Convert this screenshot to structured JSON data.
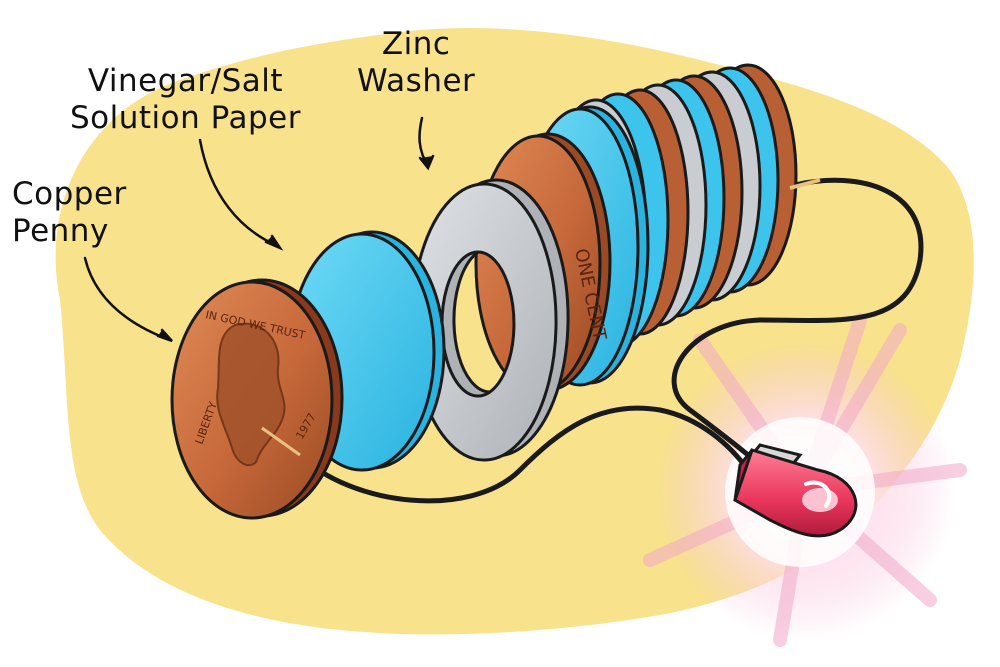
{
  "labels": {
    "zinc": {
      "line1": "Zinc",
      "line2": "Washer"
    },
    "vinegar": {
      "line1": "Vinegar/Salt",
      "line2": "Solution Paper"
    },
    "copper": {
      "line1": "Copper",
      "line2": "Penny"
    }
  },
  "coin_text": {
    "liberty": "LIBERTY",
    "trust": "IN GOD WE TRUST",
    "cent": "ONE CENT",
    "year": "1977"
  },
  "colors": {
    "background_wash": "#f8e28c",
    "copper": "#c6683a",
    "copper_dark": "#8a3a1c",
    "paper_blue": "#3cc4ec",
    "zinc": "#c9ccd0",
    "wire": "#1a1a1a",
    "led_red": "#e8345a",
    "glow": "#f7c6dd"
  },
  "icons": {
    "battery_stack": "voltaic-pile-illustration",
    "led": "led-icon"
  }
}
